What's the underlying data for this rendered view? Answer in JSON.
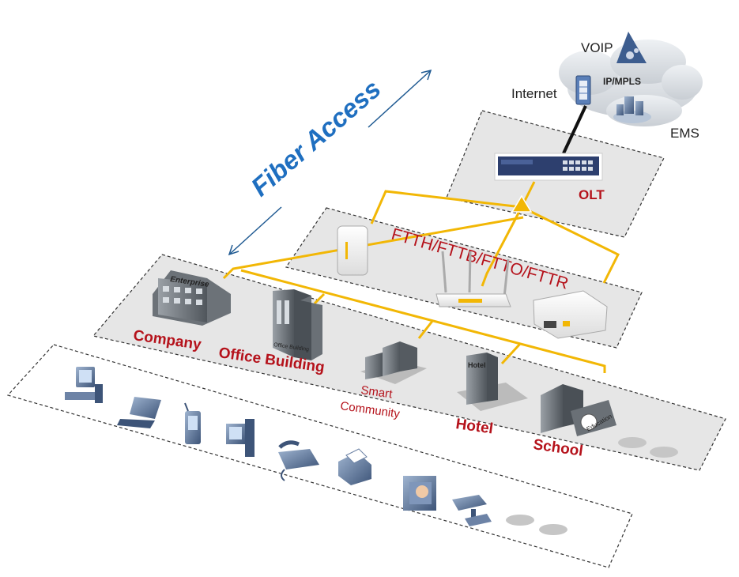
{
  "title": "Fiber Access",
  "cloud": {
    "label": "IP/MPLS",
    "voip": "VOIP",
    "internet": "Internet",
    "ems": "EMS"
  },
  "olt": {
    "label": "OLT"
  },
  "access": {
    "label": "FTTH/FTTB/FTTO/FTTR"
  },
  "buildings": {
    "company": "Company",
    "company_sign": "Enterprise",
    "office": "Office Building",
    "office_sign": "Office Building",
    "smart": [
      "Smart",
      "Community"
    ],
    "hotel": "Hotel",
    "hotel_sign": "Hotel",
    "school": "School",
    "school_sign": "Education"
  },
  "terminals": [
    "desktop-pc-icon",
    "laptop-icon",
    "pda-icon",
    "tower-pc-icon",
    "phone-icon",
    "printer-icon",
    "touch-panel-icon",
    "camera-icon"
  ],
  "colors": {
    "fiber": "#f2b705",
    "title": "#1f6fc0",
    "label": "#b5121b",
    "panel": "#e6e6e6"
  }
}
